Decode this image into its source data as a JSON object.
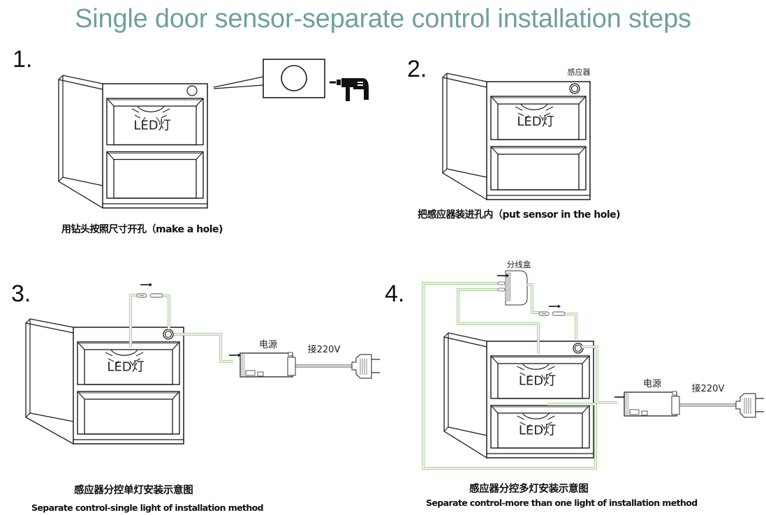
{
  "title": "Single door sensor-separate control installation steps",
  "colors": {
    "title": "#6f9fa1",
    "line": "#1a1a1a",
    "wire": "#a8d49a",
    "text": "#111111"
  },
  "steps": [
    {
      "number": "1.",
      "drawer_labels": [
        "LED灯",
        ""
      ],
      "caption": "用钻头按照尺寸开孔（make a hole)",
      "icons": [
        "cabinet-icon",
        "magnified-hole-icon",
        "drill-icon"
      ]
    },
    {
      "number": "2.",
      "sensor_label": "感应器",
      "drawer_labels": [
        "LED灯",
        ""
      ],
      "caption": "把感应器装进孔内（put sensor in the hole)",
      "icons": [
        "cabinet-icon",
        "sensor-icon"
      ]
    },
    {
      "number": "3.",
      "drawer_labels": [
        "LED灯",
        ""
      ],
      "power_label": "电源",
      "voltage_label": "接220V",
      "caption_cn": "感应器分控单灯安装示意图",
      "caption_en": "Separate control-single light of installation method",
      "icons": [
        "cabinet-icon",
        "connector-icon",
        "power-supply-icon",
        "plug-icon"
      ]
    },
    {
      "number": "4.",
      "junction_label": "分线盒",
      "drawer_labels": [
        "LED灯",
        "LED灯"
      ],
      "power_label": "电源",
      "voltage_label": "接220V",
      "caption_cn": "感应器分控多灯安装示意图",
      "caption_en": "Separate control-more than one light  of installation method",
      "icons": [
        "cabinet-icon",
        "junction-box-icon",
        "connector-icon",
        "power-supply-icon",
        "plug-icon"
      ]
    }
  ]
}
